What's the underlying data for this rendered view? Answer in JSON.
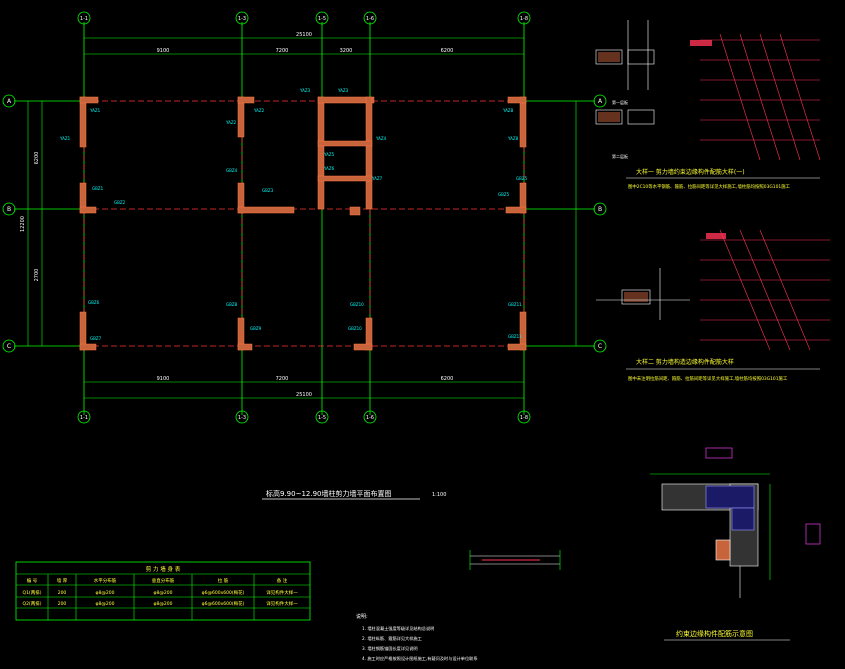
{
  "plan": {
    "grid_top": [
      "1-1",
      "1-3",
      "1-5",
      "1-6",
      "1-8"
    ],
    "grid_left": [
      "A",
      "B",
      "C"
    ],
    "dims_top": [
      "25100",
      "9100",
      "7200",
      "3200",
      "6200"
    ],
    "dims_bottom": [
      "9100",
      "7200",
      "6200",
      "25100"
    ],
    "dims_left": [
      "6200",
      "12200",
      "2700"
    ],
    "title": "标高9.90~12.90墙柱剪力墙平面布置图",
    "scale": "1:100"
  },
  "details": {
    "detail1_title": "大样一  剪力墙约束边缘构件配筋大样(一)",
    "detail1_note": "图中2C10等水平钢筋、箍筋、拉筋间距等详见大样施工,墙柱筋均按照03G101施工",
    "detail2_title": "大样二  剪力墙构造边缘构件配筋大样",
    "detail2_note": "图中未注明拉筋间距、箍筋、拉筋间距等详见大样施工,墙柱筋均按照03G101施工",
    "detail3_title": "约束边缘构件配筋示意图",
    "section_labels": [
      "第一层板",
      "第二层板"
    ]
  },
  "table": {
    "title": "剪 力 墙 身 表",
    "headers": [
      "编 号",
      "墙 厚",
      "水平分布筋",
      "垂直分布筋",
      "拉 筋",
      "备 注"
    ],
    "rows": [
      [
        "Q1(两排)",
        "200",
        "φ8@200",
        "φ8@200",
        "φ6@600x600(梅花)",
        "详见构件大样一"
      ],
      [
        "Q2(两排)",
        "200",
        "φ8@200",
        "φ8@200",
        "φ6@600x600(梅花)",
        "详见构件大样一"
      ]
    ]
  },
  "notes": {
    "heading": "说明:",
    "items": [
      "1. 墙柱混凝土强度等级详见结构总说明",
      "2. 墙柱纵筋、箍筋详见大样施工",
      "3. 墙柱钢筋锚固长度详见说明",
      "4. 施工时应严格按照设计图纸施工,有疑问及时与设计单位联系"
    ]
  },
  "colors": {
    "grid": "#00ff00",
    "axis": "#ff3333",
    "wall": "#c8643c",
    "dim": "#00ff00",
    "text": "#ffffff",
    "rebar": "#ff3355"
  }
}
